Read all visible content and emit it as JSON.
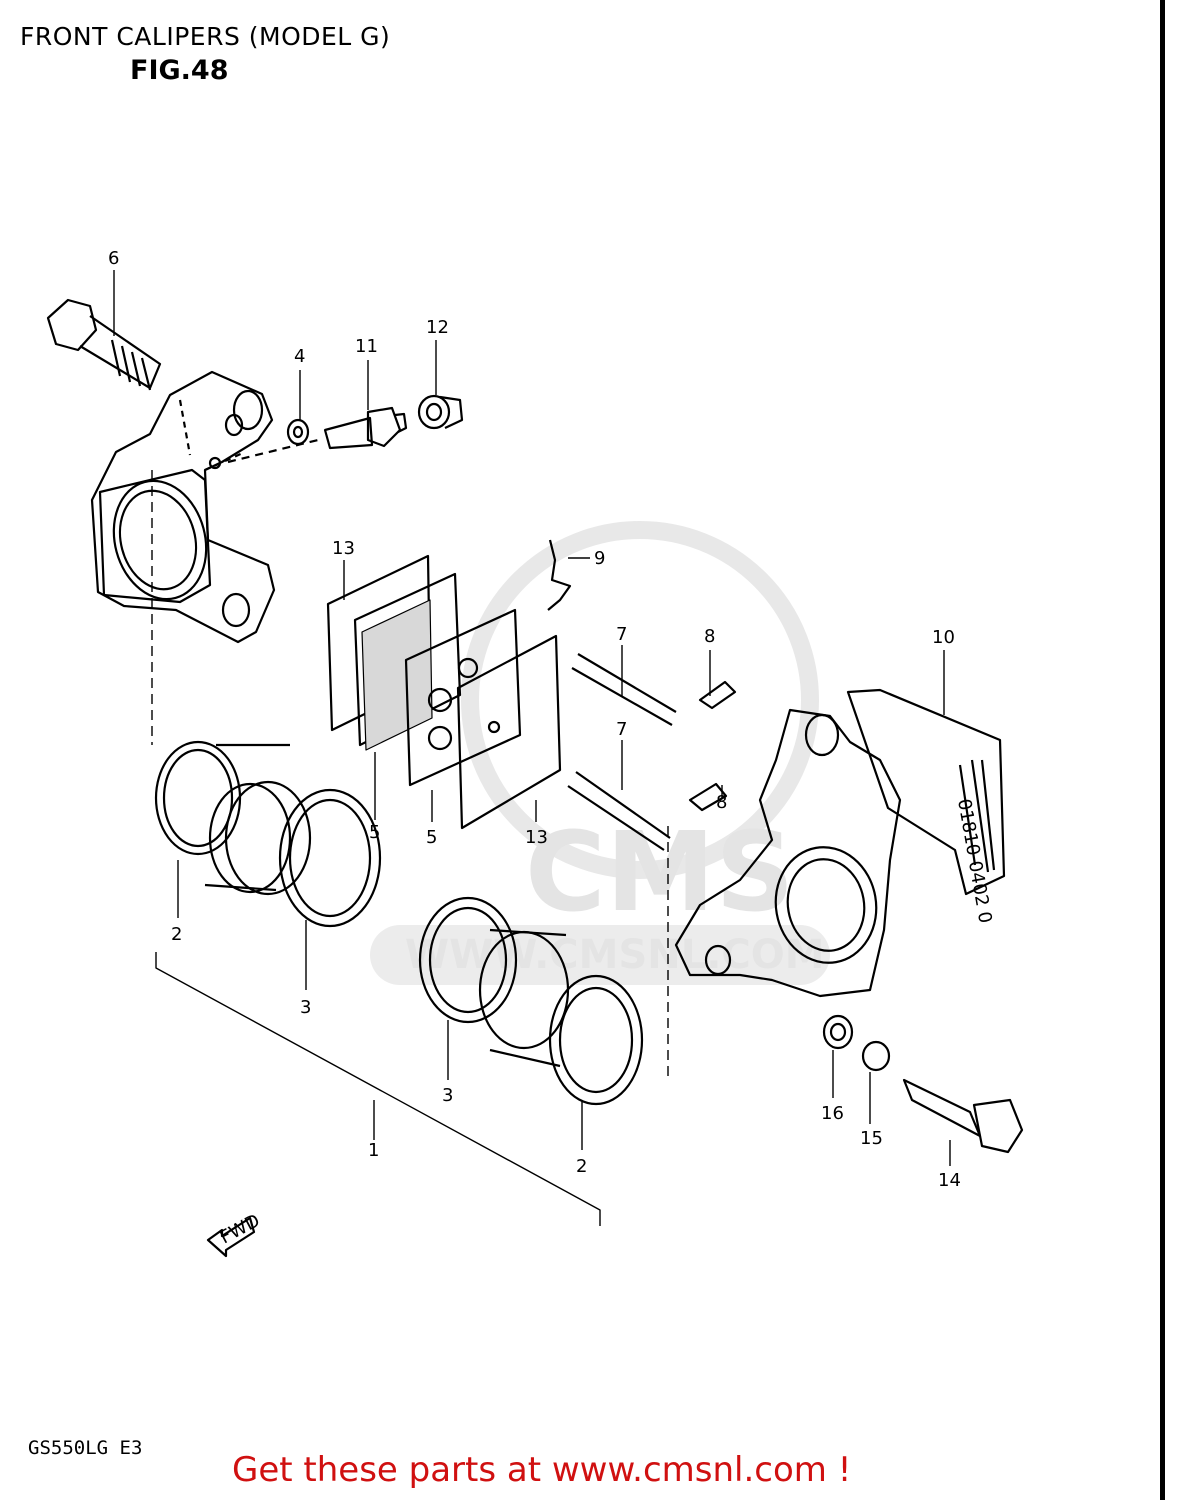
{
  "header": {
    "title": "FRONT CALIPERS (MODEL G)",
    "figure": "FIG.48"
  },
  "watermark": {
    "logo_text": "CMS",
    "url_text": "WWW.CMSNL.COM"
  },
  "callouts": [
    {
      "id": "c6",
      "text": "6"
    },
    {
      "id": "c4",
      "text": "4"
    },
    {
      "id": "c11",
      "text": "11"
    },
    {
      "id": "c12",
      "text": "12"
    },
    {
      "id": "c13a",
      "text": "13"
    },
    {
      "id": "c9",
      "text": "9"
    },
    {
      "id": "c7a",
      "text": "7"
    },
    {
      "id": "c8a",
      "text": "8"
    },
    {
      "id": "c10",
      "text": "10"
    },
    {
      "id": "c7b",
      "text": "7"
    },
    {
      "id": "c8b",
      "text": "8"
    },
    {
      "id": "c5a",
      "text": "5"
    },
    {
      "id": "c5b",
      "text": "5"
    },
    {
      "id": "c13b",
      "text": "13"
    },
    {
      "id": "c2a",
      "text": "2"
    },
    {
      "id": "c3a",
      "text": "3"
    },
    {
      "id": "c3b",
      "text": "3"
    },
    {
      "id": "c1",
      "text": "1"
    },
    {
      "id": "c2b",
      "text": "2"
    },
    {
      "id": "c16",
      "text": "16"
    },
    {
      "id": "c15",
      "text": "15"
    },
    {
      "id": "c14",
      "text": "14"
    }
  ],
  "fwd_label": "FWD",
  "pad_stamp": "01810 0402 0",
  "footer": {
    "model_code": "GS550LG E3",
    "link_text": "Get these parts at www.cmsnl.com !"
  },
  "colors": {
    "ink": "#000000",
    "footer_red": "#d01010",
    "watermark_gray": "#e4e4e4"
  }
}
